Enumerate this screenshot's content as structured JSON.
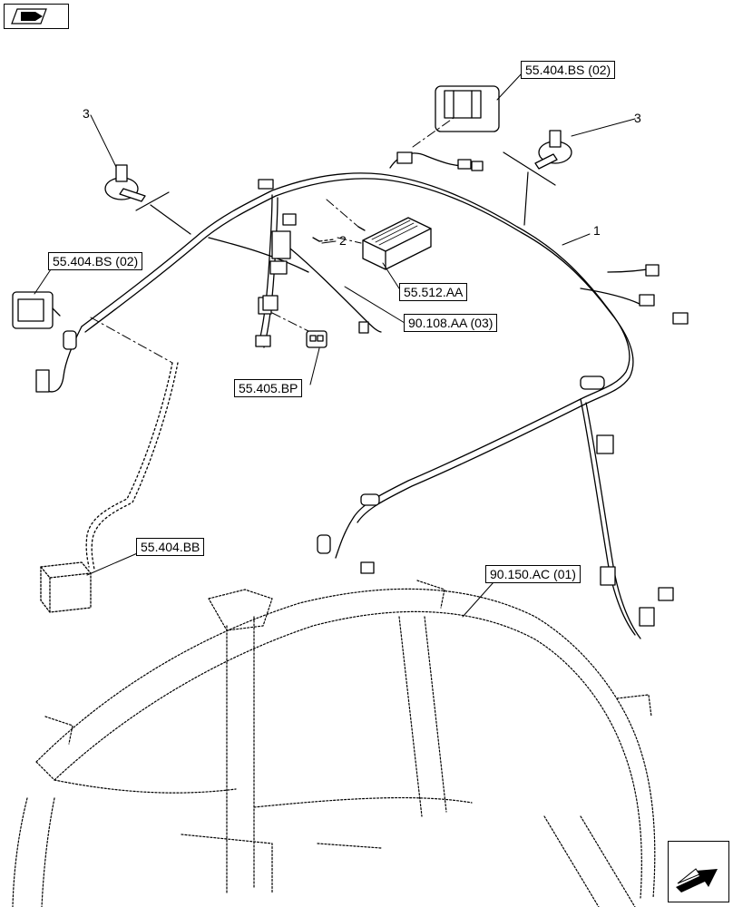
{
  "references": {
    "ref_55404bs_top": "55.404.BS (02)",
    "ref_55404bs_left": "55.404.BS (02)",
    "ref_55512aa": "55.512.AA",
    "ref_90108aa": "90.108.AA (03)",
    "ref_55405bp": "55.405.BP",
    "ref_55404bb": "55.404.BB",
    "ref_90150ac": "90.150.AC (01)"
  },
  "callouts": {
    "item_1": "1",
    "item_2": "2",
    "item_3_left": "3",
    "item_3_right": "3"
  },
  "icons": {
    "top_left": "book-navigation-icon",
    "bottom_right": "next-page-arrow-icon"
  },
  "colors": {
    "line": "#000000",
    "background": "#ffffff",
    "fill_shade": "#e6e6e6"
  }
}
